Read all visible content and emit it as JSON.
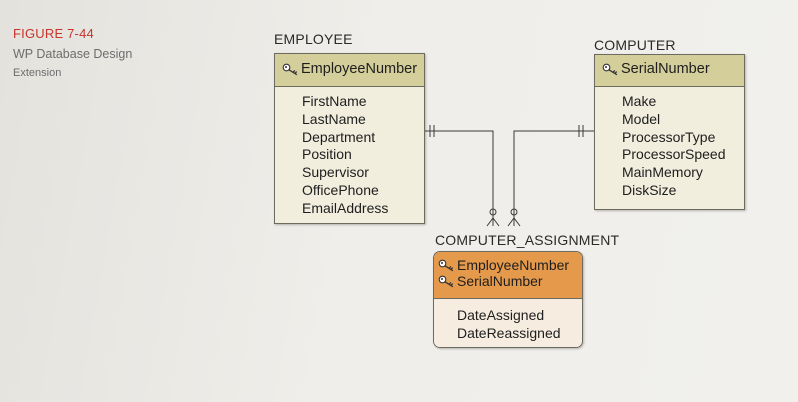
{
  "caption": {
    "figure": "FIGURE 7-44",
    "title_line1": "WP Database Design",
    "title_line2": "Extension"
  },
  "entities": {
    "employee": {
      "name": "EMPLOYEE",
      "keys": [
        "EmployeeNumber"
      ],
      "attributes": [
        "FirstName",
        "LastName",
        "Department",
        "Position",
        "Supervisor",
        "OfficePhone",
        "EmailAddress"
      ]
    },
    "computer": {
      "name": "COMPUTER",
      "keys": [
        "SerialNumber"
      ],
      "attributes": [
        "Make",
        "Model",
        "ProcessorType",
        "ProcessorSpeed",
        "MainMemory",
        "DiskSize"
      ]
    },
    "computer_assignment": {
      "name": "COMPUTER_ASSIGNMENT",
      "keys": [
        "EmployeeNumber",
        "SerialNumber"
      ],
      "attributes": [
        "DateAssigned",
        "DateReassigned"
      ]
    }
  },
  "colors": {
    "caption_red": "#c8342c",
    "strong_key_header": "#d4ce9b",
    "weak_key_header": "#e49a4a",
    "line": "#3a3a3a"
  },
  "relationships": [
    {
      "from": "EMPLOYEE",
      "to": "COMPUTER_ASSIGNMENT",
      "parent_end": "one-and-only-one",
      "child_end": "zero-or-many"
    },
    {
      "from": "COMPUTER",
      "to": "COMPUTER_ASSIGNMENT",
      "parent_end": "one-and-only-one",
      "child_end": "zero-or-many"
    }
  ]
}
